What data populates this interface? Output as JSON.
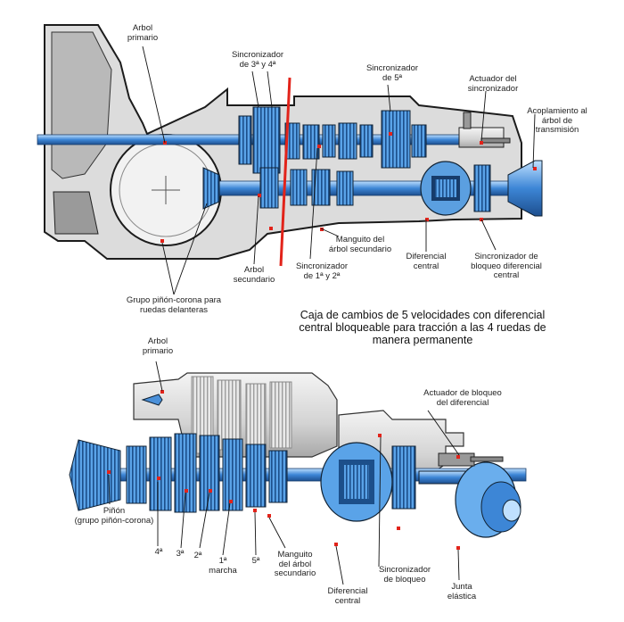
{
  "caption": [
    "Caja de cambios de 5 velocidades con diferencial",
    "central bloqueable para tracción a las 4 ruedas de",
    "manera permanente"
  ],
  "top_labels": {
    "arbol_primario": [
      "Arbol",
      "primario"
    ],
    "sincronizador_3_4": [
      "Sincronizador",
      "de 3ª y 4ª"
    ],
    "sincronizador_5": [
      "Sincronizador",
      "de 5ª"
    ],
    "actuador_sincronizador": [
      "Actuador del",
      "sincronizador"
    ],
    "acoplamiento": [
      "Acoplamiento al",
      "árbol de",
      "transmisión"
    ],
    "manguito": [
      "Manguito del",
      "árbol secundario"
    ],
    "diferencial_central": [
      "Diferencial",
      "central"
    ],
    "sincronizador_bloqueo": [
      "Sincronizador de",
      "bloqueo diferencial",
      "central"
    ],
    "arbol_secundario": [
      "Arbol",
      "secundario"
    ],
    "sincronizador_1_2": [
      "Sincronizador",
      "de 1ª y 2ª"
    ],
    "grupo_pinon": [
      "Grupo piñón-corona para",
      "ruedas delanteras"
    ]
  },
  "bottom_labels": {
    "arbol_primario": [
      "Arbol",
      "primario"
    ],
    "actuador_bloqueo": [
      "Actuador de bloqueo",
      "del diferencial"
    ],
    "pinon": [
      "Piñón",
      "(grupo piñón-corona)"
    ],
    "g4": [
      "4ª"
    ],
    "g3": [
      "3ª"
    ],
    "g2": [
      "2ª"
    ],
    "g1": [
      "1ª",
      "marcha"
    ],
    "g5": [
      "5ª"
    ],
    "manguito": [
      "Manguito",
      "del árbol",
      "secundario"
    ],
    "diferencial_central": [
      "Diferencial",
      "central"
    ],
    "sincronizador_bloqueo": [
      "Sincronizador",
      "de bloqueo"
    ],
    "junta": [
      "Junta",
      "elástica"
    ]
  },
  "colors": {
    "shaft": "#4a90d9",
    "housing": "#d9d9d9",
    "accent": "#e2231a",
    "dark": "#1c1c1c"
  }
}
